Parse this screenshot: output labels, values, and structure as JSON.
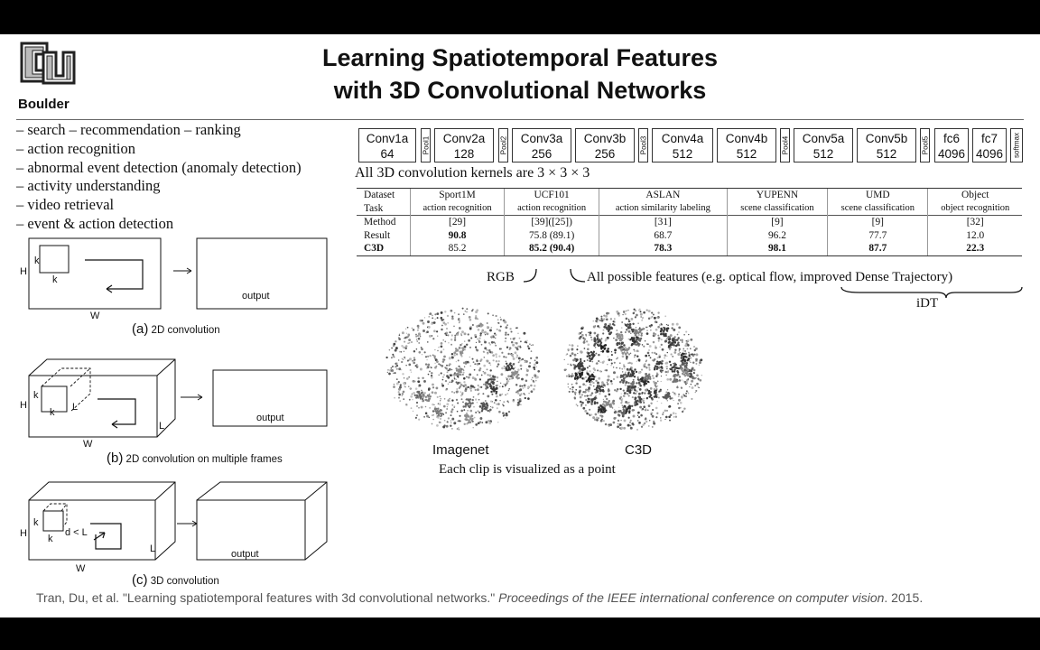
{
  "logo_text": "Boulder",
  "title": [
    "Learning Spatiotemporal Features",
    "with 3D Convolutional Networks"
  ],
  "bullets": [
    "– search – recommendation – ranking",
    "– action recognition",
    "– abnormal event detection (anomaly detection)",
    "– activity understanding",
    "– video retrieval",
    "– event & action detection"
  ],
  "architecture": {
    "conv1a": {
      "name": "Conv1a",
      "size": "64"
    },
    "pool1": "Pool1",
    "conv2a": {
      "name": "Conv2a",
      "size": "128"
    },
    "pool2": "Pool2",
    "conv3a": {
      "name": "Conv3a",
      "size": "256"
    },
    "conv3b": {
      "name": "Conv3b",
      "size": "256"
    },
    "pool3": "Pool3",
    "conv4a": {
      "name": "Conv4a",
      "size": "512"
    },
    "conv4b": {
      "name": "Conv4b",
      "size": "512"
    },
    "pool4": "Pool4",
    "conv5a": {
      "name": "Conv5a",
      "size": "512"
    },
    "conv5b": {
      "name": "Conv5b",
      "size": "512"
    },
    "pool5": "Pool5",
    "fc6": {
      "name": "fc6",
      "size": "4096"
    },
    "fc7": {
      "name": "fc7",
      "size": "4096"
    },
    "softmax": "softmax"
  },
  "kernel_text": "All 3D convolution kernels are 3 × 3 × 3",
  "table": {
    "datasets": [
      "Dataset",
      "Sport1M",
      "UCF101",
      "ASLAN",
      "YUPENN",
      "UMD",
      "Object"
    ],
    "tasks": [
      "Task",
      "action recognition",
      "action recognition",
      "action similarity labeling",
      "scene classification",
      "scene classification",
      "object recognition"
    ],
    "method": [
      "Method",
      "[29]",
      "[39]([25])",
      "[31]",
      "[9]",
      "[9]",
      "[32]"
    ],
    "result": [
      "Result",
      "90.8",
      "75.8 (89.1)",
      "68.7",
      "96.2",
      "77.7",
      "12.0"
    ],
    "c3d": [
      "C3D",
      "85.2",
      "85.2 (90.4)",
      "78.3",
      "98.1",
      "87.7",
      "22.3"
    ]
  },
  "rgb_label": "RGB",
  "features_label": "All possible features (e.g. optical flow, improved Dense Trajectory)",
  "idt_label": "iDT",
  "tsne": {
    "left_label": "Imagenet",
    "right_label": "C3D",
    "caption": "Each clip is visualized as a point"
  },
  "diagrams": {
    "a": {
      "letter": "(a)",
      "caption": "2D convolution"
    },
    "b": {
      "letter": "(b)",
      "caption": "2D convolution on multiple frames"
    },
    "c": {
      "letter": "(c)",
      "caption": "3D convolution"
    },
    "output": "output",
    "H": "H",
    "W": "W",
    "k": "k",
    "L": "L",
    "dL": "d < L"
  },
  "citation": {
    "authors": "Tran, Du, et al. \"Learning spatiotemporal features with 3d convolutional networks.\" ",
    "venue": "Proceedings of the IEEE international conference on computer vision",
    "year": ". 2015."
  }
}
